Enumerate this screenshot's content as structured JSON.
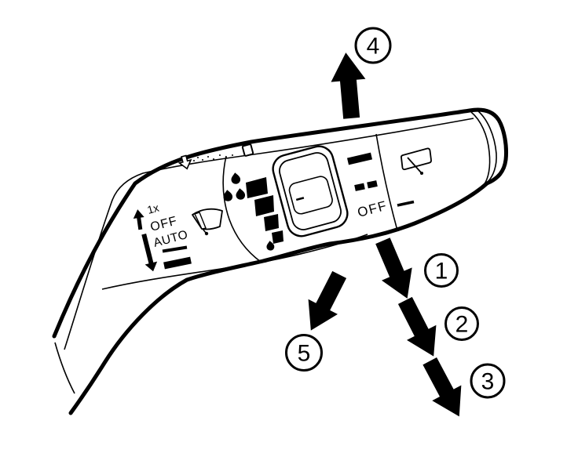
{
  "colors": {
    "ink": "#000000",
    "paper": "#ffffff"
  },
  "stalk": {
    "left_pod": {
      "mist_label": "1x",
      "off_label": "OFF",
      "auto_label": "AUTO",
      "icons": {
        "mist_arrow": "arrow-up",
        "auto_arrow": "arrow-down",
        "front_wiper": "front-wiper-fan-icon",
        "slow_bar": "thin-bar",
        "fast_bar": "thick-bar"
      }
    },
    "rain_sensor": {
      "icons": {
        "drops_high": "rain-drops-icon",
        "scale": "descending-sensitivity-bars-icon",
        "drop_low": "single-drop-icon",
        "thumbwheel": "sensitivity-thumbwheel-icon"
      }
    },
    "rear_wiper": {
      "off_label": "OFF",
      "icons": {
        "continuous_bar": "solid-bar",
        "intermittent_bar": "dashed-bar",
        "off_mark": "short-line",
        "rear_wiper": "rear-wiper-window-icon"
      }
    },
    "housing_icons": {
      "pointer": "housing-pointer-arrow-icon",
      "tab": "mount-tab",
      "texture": "stipple-dots"
    }
  },
  "callouts": [
    {
      "label": "1",
      "arrow": "arrow-down-right"
    },
    {
      "label": "2",
      "arrow": "arrow-down-right"
    },
    {
      "label": "3",
      "arrow": "arrow-down-right"
    },
    {
      "label": "4",
      "arrow": "arrow-up"
    },
    {
      "label": "5",
      "arrow": "arrow-down-left"
    }
  ]
}
